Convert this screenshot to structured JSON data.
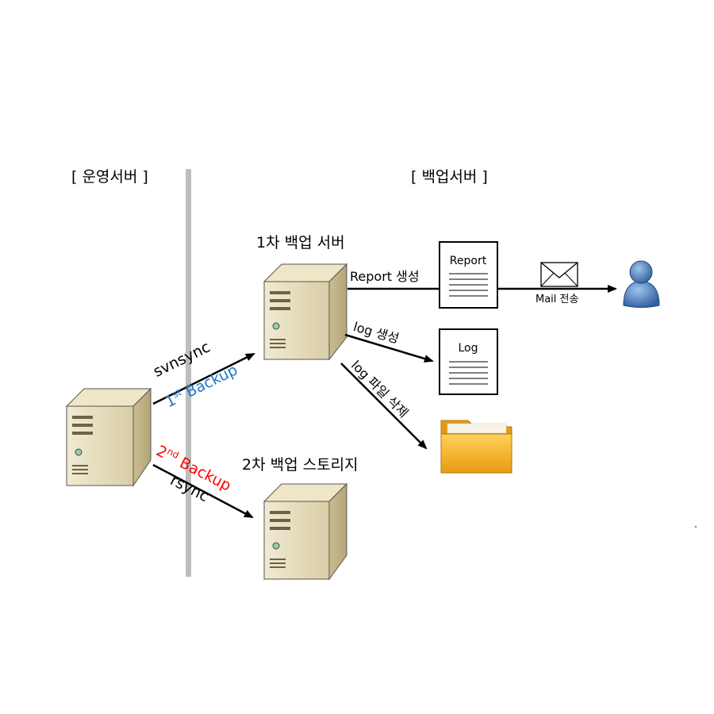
{
  "sections": {
    "ops_server": "[ 운영서버 ]",
    "backup_server": "[ 백업서버 ]"
  },
  "nodes": {
    "primary_backup_server": "1차 백업 서버",
    "secondary_backup_storage": "2차 백업 스토리지"
  },
  "flows": {
    "svnsync": "svnsync",
    "first_backup": {
      "num": "1",
      "sup": "st",
      "text": " Backup",
      "color": "#1f77c8"
    },
    "second_backup": {
      "num": "2",
      "sup": "nd",
      "text": " Backup",
      "color": "#ff0000"
    },
    "rsync": "rsync",
    "report_create": "Report 생성",
    "log_create": "log 생성",
    "log_delete": "log 파일 삭제",
    "mail_send": "Mail 전송"
  },
  "documents": {
    "report": "Report",
    "log": "Log"
  },
  "icons": [
    "server-icon",
    "document-icon",
    "folder-icon",
    "mail-icon",
    "user-icon"
  ],
  "colors": {
    "divider": "#bdbdbd",
    "server_body": "#e6dcc0",
    "folder": "#f3b21f",
    "user": "#4a7fc4"
  }
}
